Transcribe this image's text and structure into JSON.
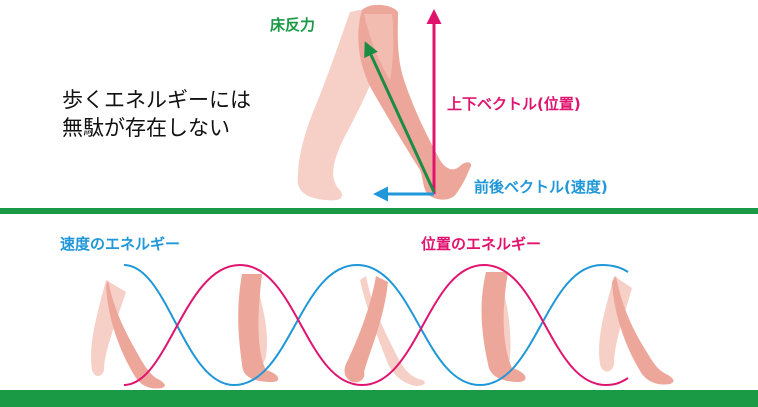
{
  "headline": {
    "line1": "歩くエネルギーには",
    "line2": "無駄が存在しない"
  },
  "top_diagram": {
    "ground_reaction_force_label": "床反力",
    "vertical_vector_label": "上下ベクトル(位置)",
    "horizontal_vector_label": "前後ベクトル(速度)"
  },
  "energy_wave": {
    "kinetic_energy_label": "速度のエネルギー",
    "potential_energy_label": "位置のエネルギー"
  },
  "colors": {
    "ground_green": "#1a9a45",
    "arrow_green": "#1a8c45",
    "magenta": "#e0146f",
    "cyan": "#1f97d8",
    "leg_front": "#eda79a",
    "leg_back": "#f6cfc7",
    "text": "#111111"
  },
  "icons": [
    "leg-figure-icon",
    "arrow-icon"
  ]
}
